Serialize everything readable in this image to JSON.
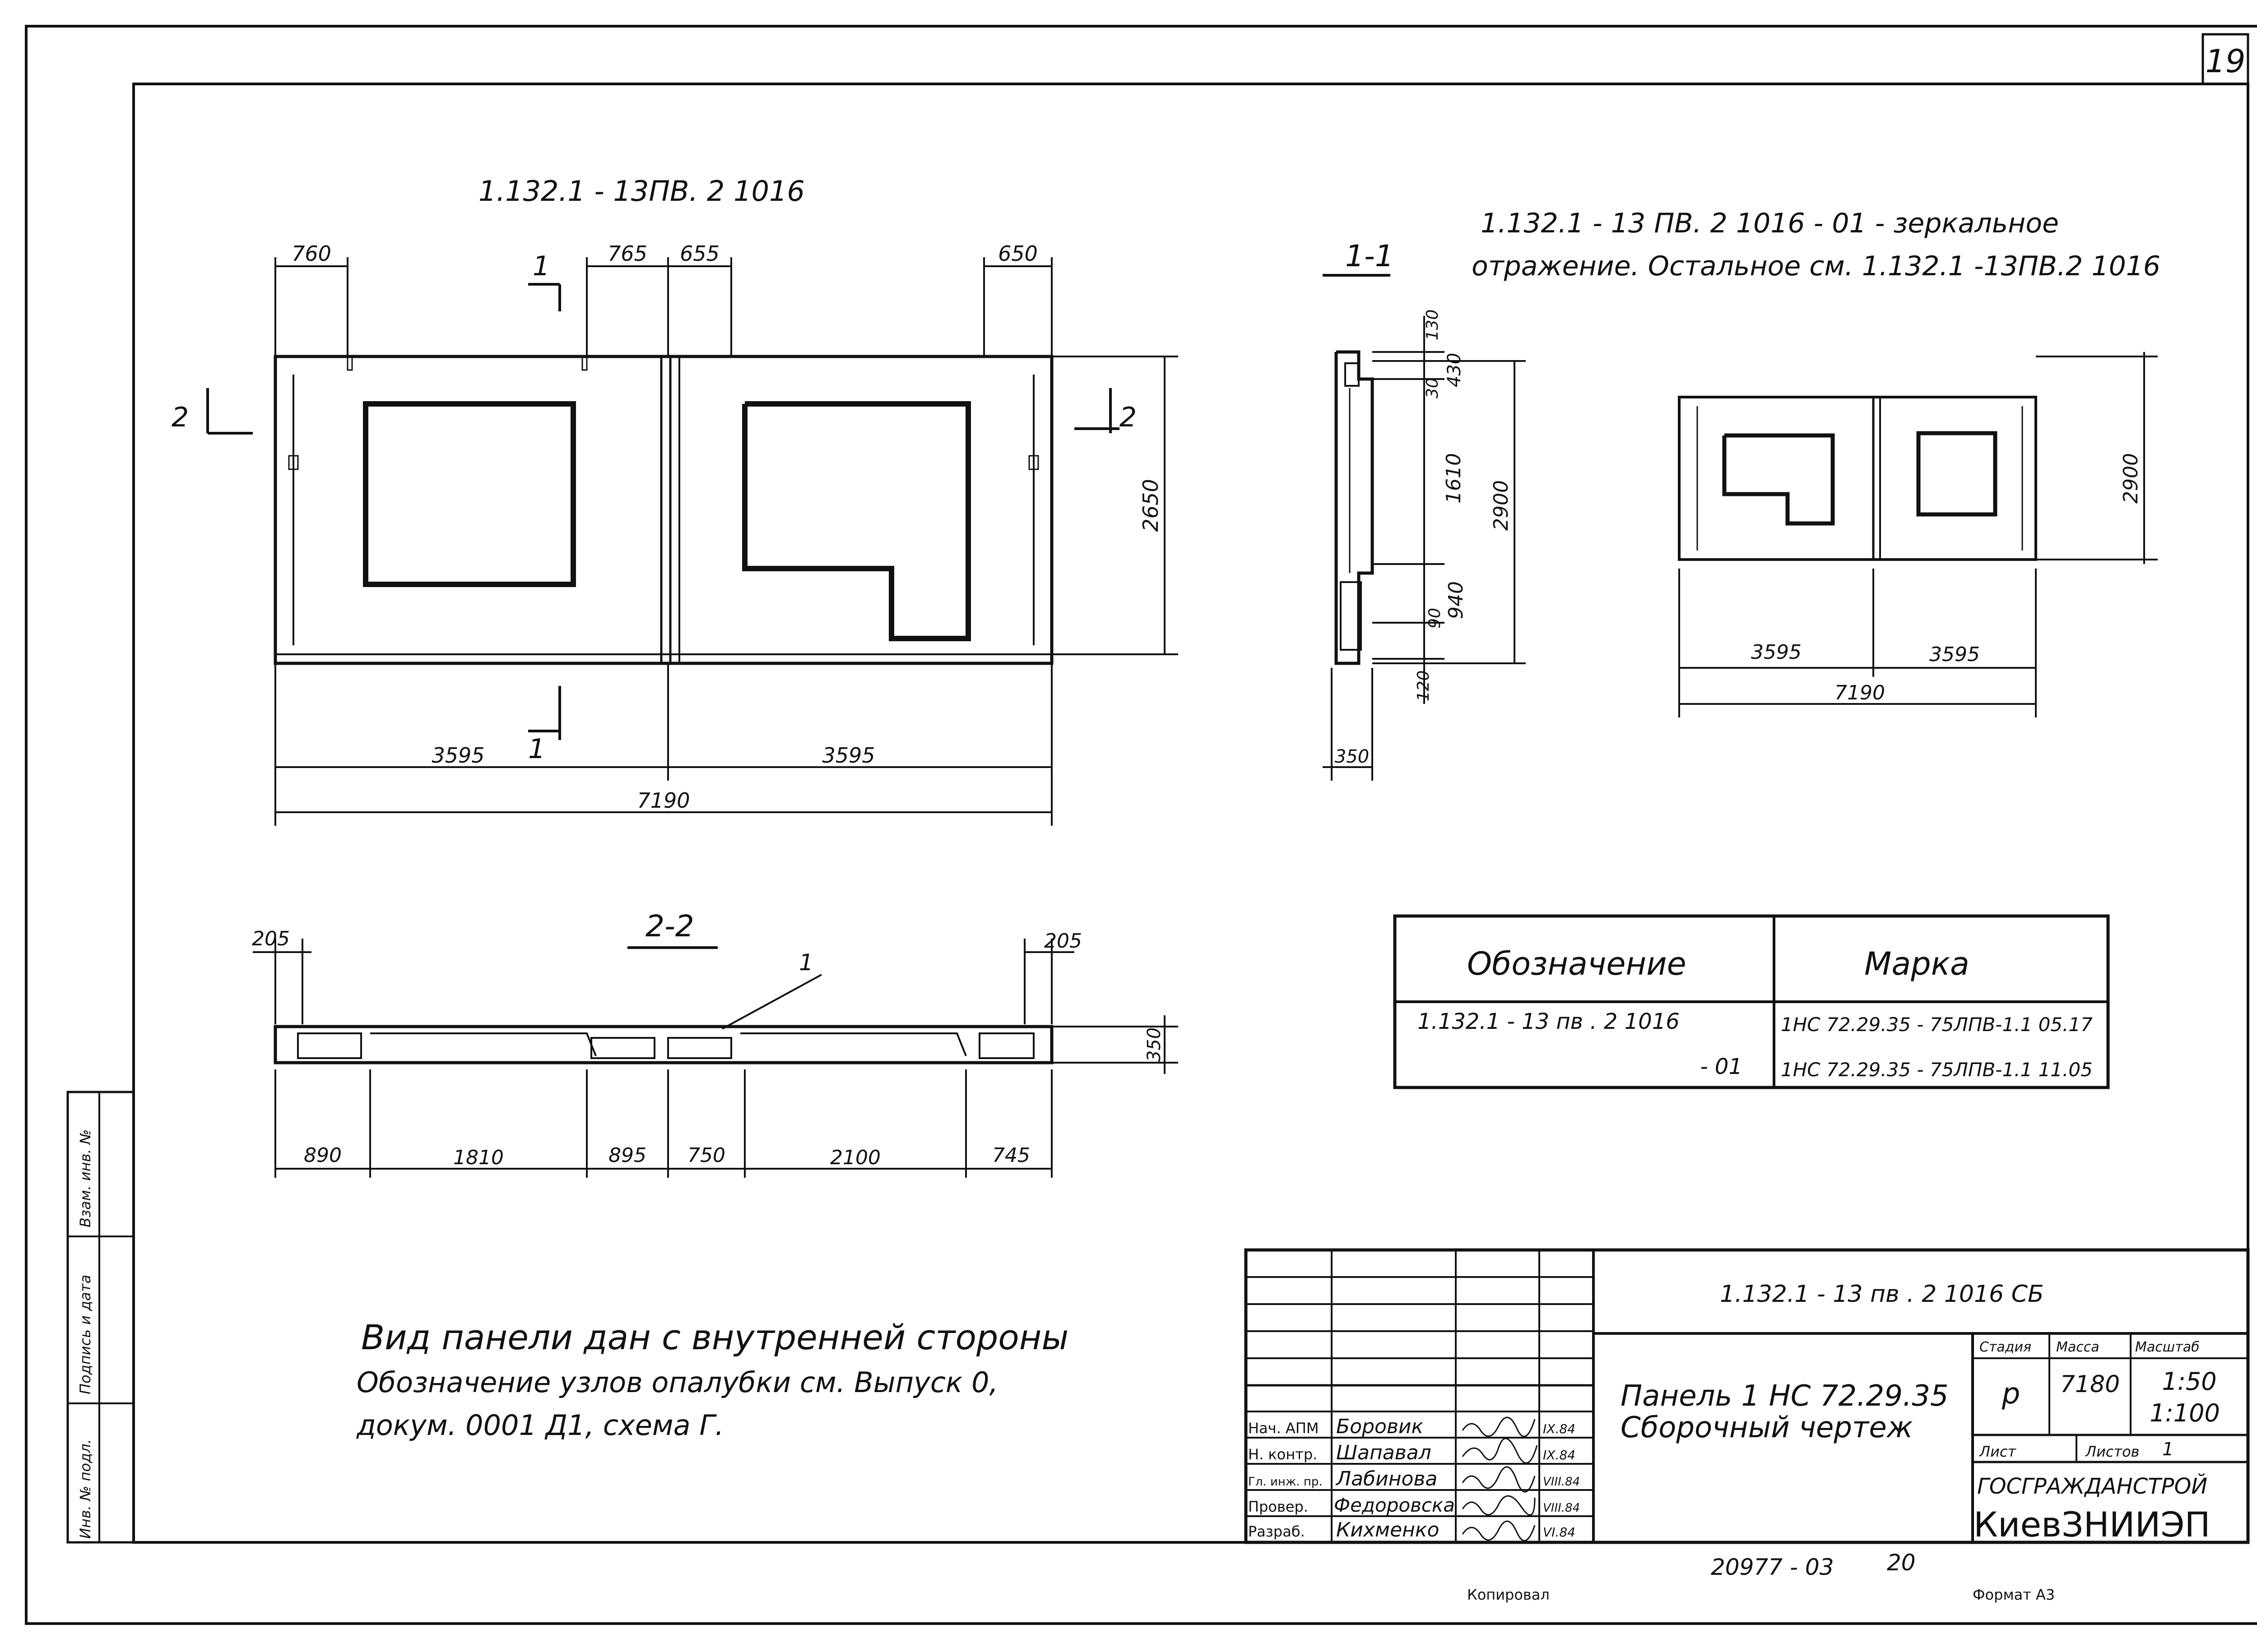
{
  "sheet_number": "19",
  "top_left_title": "1.132.1 - 13ПВ. 2  1016",
  "top_right_note_line1": "1.132.1 - 13 ПВ. 2  1016 - 01   - зеркальное",
  "top_right_note_line2": "отражение. Остальное см. 1.132.1 -13ПВ.2 1016",
  "section_labels": {
    "s11": "1-1",
    "s22": "2-2",
    "cut1a": "1",
    "cut1b": "1",
    "cut2a": "2",
    "cut2b": "2",
    "leader1": "1"
  },
  "main_view_dims": {
    "d760": "760",
    "d765": "765",
    "d655": "655",
    "d650": "650",
    "d2650": "2650",
    "d3595a": "3595",
    "d3595b": "3595",
    "d7190": "7190"
  },
  "section11_dims": {
    "d130": "130",
    "d430": "430",
    "d30": "30",
    "d1610": "1610",
    "d2900": "2900",
    "d90": "90",
    "d940": "940",
    "d120": "120",
    "d350": "350"
  },
  "small_view_dims": {
    "d2900": "2900",
    "d3595a": "3595",
    "d3595b": "3595",
    "d7190": "7190"
  },
  "section22_dims": {
    "d205a": "205",
    "d205b": "205",
    "d350": "350",
    "d890": "890",
    "d1810": "1810",
    "d895": "895",
    "d750": "750",
    "d2100": "2100",
    "d745": "745"
  },
  "marks_table": {
    "header_designation": "Обозначение",
    "header_mark": "Марка",
    "rows": [
      {
        "designation": "1.132.1 - 13 пв . 2   1016",
        "mark": "1НС 72.29.35 - 75ЛПВ-1.1 05.17"
      },
      {
        "designation": "- 01",
        "mark": "1НС 72.29.35 - 75ЛПВ-1.1 11.05"
      }
    ]
  },
  "notes": {
    "line1": "Вид панели дан с внутренней стороны",
    "line2": "Обозначение узлов опалубки см. Выпуск 0,",
    "line3": "докум. 0001 Д1,  схема Г."
  },
  "left_margin_labels": [
    "Взам. инв. №",
    "Подпись и дата",
    "Инв. № подл."
  ],
  "title_block": {
    "code": "1.132.1 - 13 пв . 2    1016  СБ",
    "title_line1": "Панель  1 НС  72.29.35",
    "title_line2": "Сборочный  чертеж",
    "stage_label": "Стадия",
    "mass_label": "Масса",
    "scale_label": "Масштаб",
    "stage": "р",
    "mass": "7180",
    "scale1": "1:50",
    "scale2": "1:100",
    "sheet_label": "Лист",
    "sheets_label": "Листов",
    "sheets_value": "1",
    "org1": "ГОСГРАЖДАНСТРОЙ",
    "org2": "КиевЗНИИЭП",
    "people": [
      {
        "role": "Нач. АПМ",
        "name": "Боровик",
        "date": "IX.84"
      },
      {
        "role": "Н. контр.",
        "name": "Шапавал",
        "date": "IX.84"
      },
      {
        "role": "Гл. инж. пр.",
        "name": "Лабинова",
        "date": "VIII.84"
      },
      {
        "role": "Провер.",
        "name": "Федоровска",
        "date": "VIII.84"
      },
      {
        "role": "Разраб.",
        "name": "Кихменко",
        "date": "VI.84"
      }
    ]
  },
  "bottom": {
    "doc_number": "20977 - 03",
    "page": "20",
    "copied": "Копировал",
    "format": "Формат А3"
  }
}
